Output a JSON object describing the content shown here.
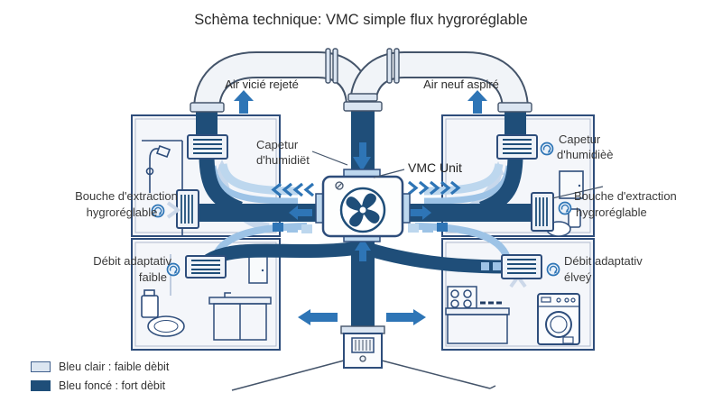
{
  "title": "Schèma technique: VMC simple flux hygroréglable",
  "labels": {
    "air_left": "Air vicié rejeté",
    "air_right": "Air neuf aspiré",
    "capteur_left_line1": "Capetur",
    "capteur_left_line2": "d'humidiët",
    "capteur_right_line1": "Capetur",
    "capteur_right_line2": "d'humidièè",
    "vmc_unit": "VMC Unit",
    "bouche_left_line1": "Bouche d'extraction",
    "bouche_left_line2": "hygroréglable",
    "bouche_right_line1": "Bouche d'extraction",
    "bouche_right_line2": "hygroréglable",
    "debit_left_line1": "Débit adaptativ",
    "debit_left_line2": "faible",
    "debit_right_line1": "Débit adaptativ",
    "debit_right_line2": "élveý"
  },
  "legend": {
    "light_label": "Bleu clair : faible dèbit",
    "dark_label": "Bleu foncé : fort dèbit"
  },
  "colors": {
    "dark_blue_duct": "#1f4e79",
    "medium_blue": "#2e75b6",
    "light_blue": "#bdd7ee",
    "pale_blue_swatch": "#dce6f1",
    "outline_slate": "#44546a",
    "room_outline": "#2e4d7b",
    "room_fill": "#f4f6fa"
  },
  "icons": {
    "fan_icon": "4-blade-fan-in-circle",
    "humidity_gauge_icon": "circular-dial-with-curved-arrow",
    "screw_icon": "slotted-screw-head",
    "bulb_icon": "small-bulb",
    "grille_icon": "louvered-vent-grille"
  }
}
